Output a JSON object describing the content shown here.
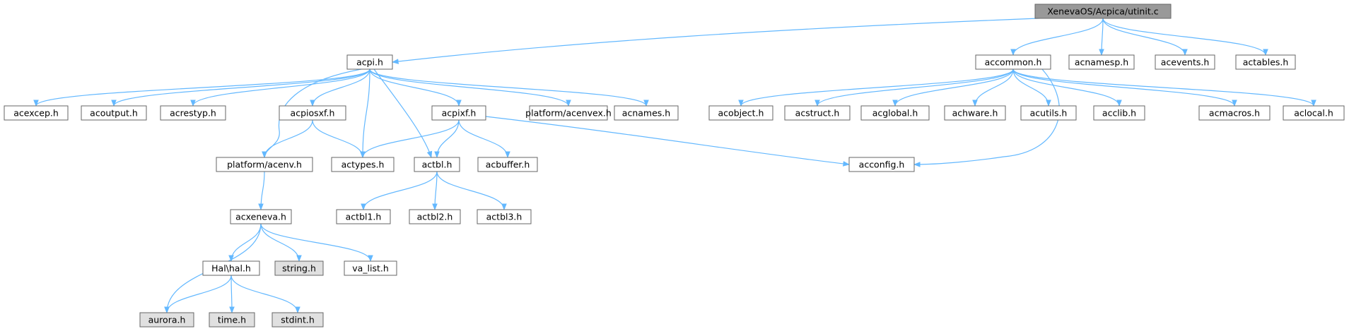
{
  "diagram_title": "",
  "colors": {
    "root_fill": "#999999",
    "node_fill": "#ffffff",
    "external_fill": "#e0e0e0",
    "border": "#666666",
    "edge": "#63b8ff"
  },
  "nodes": {
    "root": {
      "label": "XenevaOS/Acpica/utinit.c",
      "kind": "root"
    },
    "acpi": {
      "label": "acpi.h",
      "kind": "normal"
    },
    "accommon": {
      "label": "accommon.h",
      "kind": "normal"
    },
    "acnamesp": {
      "label": "acnamesp.h",
      "kind": "normal"
    },
    "acevents": {
      "label": "acevents.h",
      "kind": "normal"
    },
    "actables": {
      "label": "actables.h",
      "kind": "normal"
    },
    "acexcep": {
      "label": "acexcep.h",
      "kind": "normal"
    },
    "acoutput": {
      "label": "acoutput.h",
      "kind": "normal"
    },
    "acrestyp": {
      "label": "acrestyp.h",
      "kind": "normal"
    },
    "acpiosxf": {
      "label": "acpiosxf.h",
      "kind": "normal"
    },
    "acpixf": {
      "label": "acpixf.h",
      "kind": "normal"
    },
    "acenvex": {
      "label": "platform/acenvex.h",
      "kind": "normal"
    },
    "acnames": {
      "label": "acnames.h",
      "kind": "normal"
    },
    "acobject": {
      "label": "acobject.h",
      "kind": "normal"
    },
    "acstruct": {
      "label": "acstruct.h",
      "kind": "normal"
    },
    "acglobal": {
      "label": "acglobal.h",
      "kind": "normal"
    },
    "achware": {
      "label": "achware.h",
      "kind": "normal"
    },
    "acutils": {
      "label": "acutils.h",
      "kind": "normal"
    },
    "acclib": {
      "label": "acclib.h",
      "kind": "normal"
    },
    "acmacros": {
      "label": "acmacros.h",
      "kind": "normal"
    },
    "aclocal": {
      "label": "aclocal.h",
      "kind": "normal"
    },
    "acenv": {
      "label": "platform/acenv.h",
      "kind": "normal"
    },
    "actypes": {
      "label": "actypes.h",
      "kind": "normal"
    },
    "actbl": {
      "label": "actbl.h",
      "kind": "normal"
    },
    "acbuffer": {
      "label": "acbuffer.h",
      "kind": "normal"
    },
    "acconfig": {
      "label": "acconfig.h",
      "kind": "normal"
    },
    "acxeneva": {
      "label": "acxeneva.h",
      "kind": "normal"
    },
    "actbl1": {
      "label": "actbl1.h",
      "kind": "normal"
    },
    "actbl2": {
      "label": "actbl2.h",
      "kind": "normal"
    },
    "actbl3": {
      "label": "actbl3.h",
      "kind": "normal"
    },
    "hal": {
      "label": "Hal\\hal.h",
      "kind": "normal"
    },
    "string": {
      "label": "string.h",
      "kind": "external"
    },
    "valist": {
      "label": "va_list.h",
      "kind": "normal"
    },
    "aurora": {
      "label": "aurora.h",
      "kind": "external"
    },
    "time": {
      "label": "time.h",
      "kind": "external"
    },
    "stdint": {
      "label": "stdint.h",
      "kind": "external"
    }
  },
  "edges": [
    [
      "root",
      "acpi"
    ],
    [
      "root",
      "accommon"
    ],
    [
      "root",
      "acnamesp"
    ],
    [
      "root",
      "acevents"
    ],
    [
      "root",
      "actables"
    ],
    [
      "acpi",
      "acexcep"
    ],
    [
      "acpi",
      "acoutput"
    ],
    [
      "acpi",
      "acrestyp"
    ],
    [
      "acpi",
      "acpiosxf"
    ],
    [
      "acpi",
      "acpixf"
    ],
    [
      "acpi",
      "acenvex"
    ],
    [
      "acpi",
      "acnames"
    ],
    [
      "acpi",
      "acenv"
    ],
    [
      "acpi",
      "actypes"
    ],
    [
      "acpi",
      "actbl"
    ],
    [
      "accommon",
      "acobject"
    ],
    [
      "accommon",
      "acstruct"
    ],
    [
      "accommon",
      "acglobal"
    ],
    [
      "accommon",
      "achware"
    ],
    [
      "accommon",
      "acutils"
    ],
    [
      "accommon",
      "acclib"
    ],
    [
      "accommon",
      "acmacros"
    ],
    [
      "accommon",
      "aclocal"
    ],
    [
      "accommon",
      "acconfig"
    ],
    [
      "acpiosxf",
      "acenv"
    ],
    [
      "acpiosxf",
      "actypes"
    ],
    [
      "acpixf",
      "actypes"
    ],
    [
      "acpixf",
      "actbl"
    ],
    [
      "acpixf",
      "acbuffer"
    ],
    [
      "acpixf",
      "acconfig"
    ],
    [
      "acenv",
      "acxeneva"
    ],
    [
      "actbl",
      "actbl1"
    ],
    [
      "actbl",
      "actbl2"
    ],
    [
      "actbl",
      "actbl3"
    ],
    [
      "acxeneva",
      "hal"
    ],
    [
      "acxeneva",
      "string"
    ],
    [
      "acxeneva",
      "valist"
    ],
    [
      "acxeneva",
      "aurora"
    ],
    [
      "hal",
      "aurora"
    ],
    [
      "hal",
      "time"
    ],
    [
      "hal",
      "stdint"
    ]
  ]
}
